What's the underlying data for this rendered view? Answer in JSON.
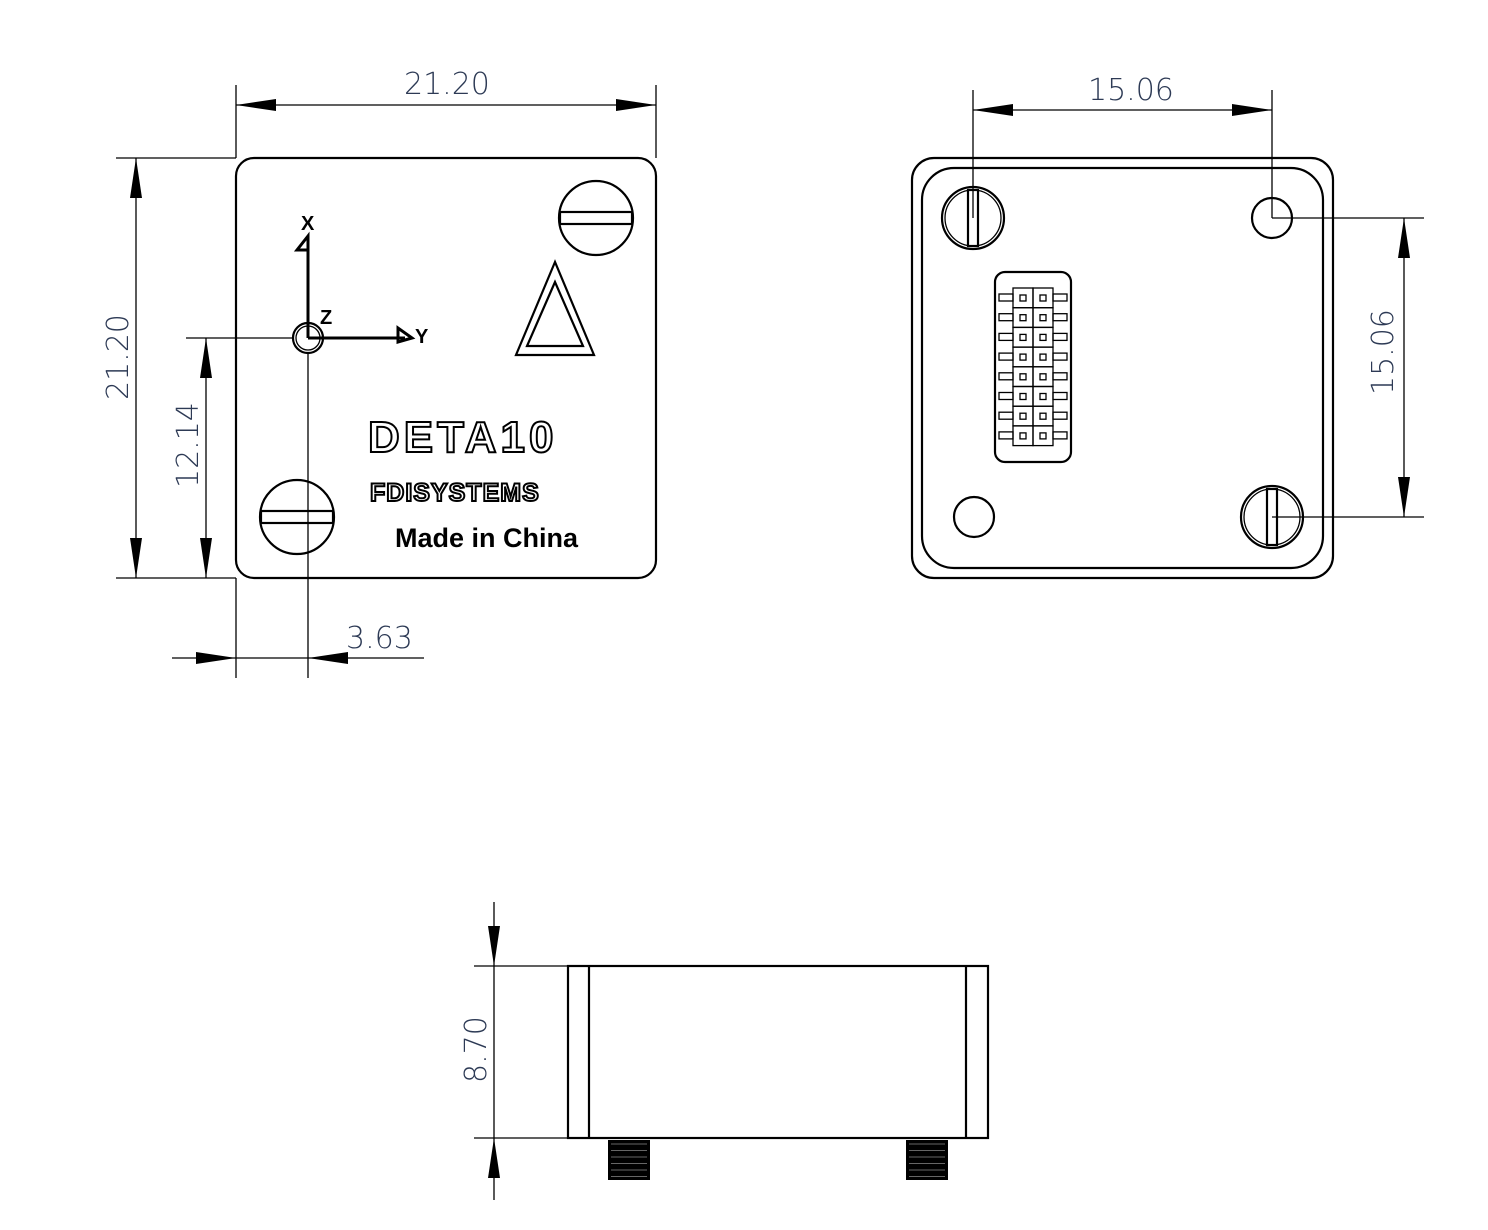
{
  "dimensions": {
    "top_width": "21.20",
    "left_height": "21.20",
    "origin_x": "12.14",
    "origin_y": "3.63",
    "hole_spacing_h": "15.06",
    "hole_spacing_v": "15.06",
    "thickness": "8.70"
  },
  "axes": {
    "x": "X",
    "y": "Y",
    "z": "Z"
  },
  "marking": {
    "model": "DETA10",
    "brand": "FDISYSTEMS",
    "origin": "Made in China"
  },
  "connector": {
    "rows": 8,
    "columns": 2
  }
}
